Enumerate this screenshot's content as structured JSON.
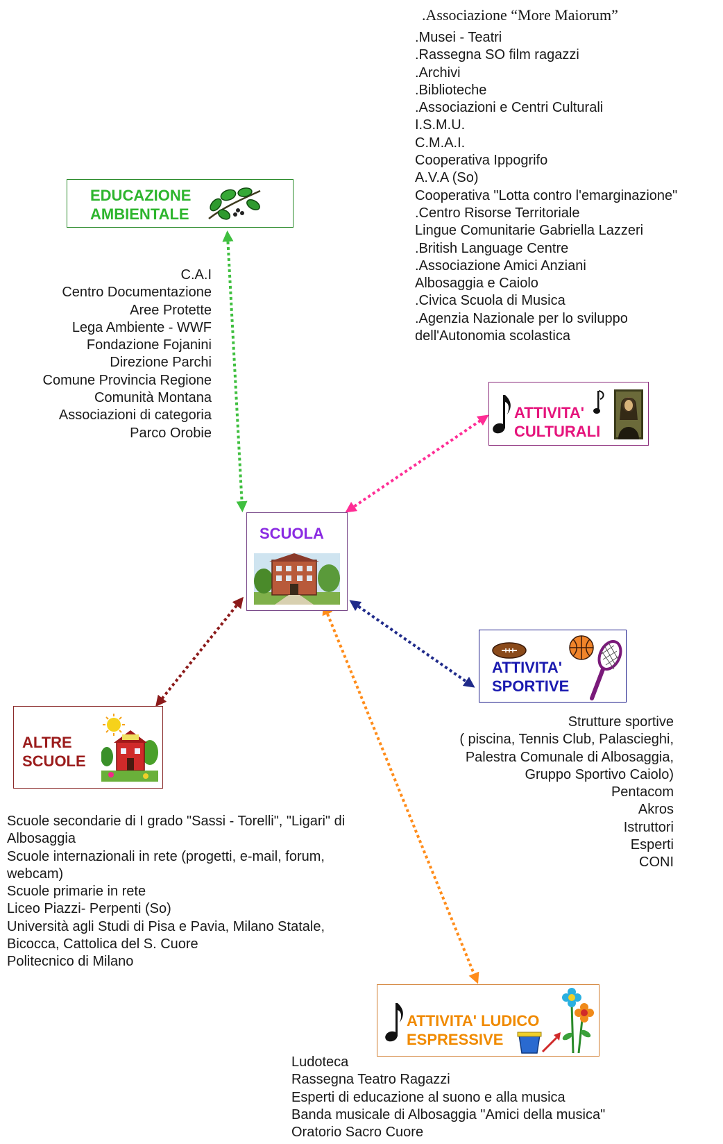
{
  "culturali_heading": ".Associazione “More Maiorum”",
  "culturali_list": [
    ".Musei - Teatri",
    ".Rassegna SO film ragazzi",
    ".Archivi",
    ".Biblioteche",
    ".Associazioni e Centri Culturali",
    "I.S.M.U.",
    "C.M.A.I.",
    "Cooperativa Ippogrifo",
    "A.V.A (So)",
    "Cooperativa \"Lotta contro l'emarginazione\"",
    ".Centro Risorse Territoriale",
    " Lingue Comunitarie Gabriella Lazzeri",
    ".British Language Centre",
    ".Associazione Amici Anziani",
    " Albosaggia e Caiolo",
    ".Civica Scuola di Musica",
    ".Agenzia Nazionale per lo sviluppo",
    "dell'Autonomia scolastica"
  ],
  "ambientale_list": [
    "C.A.I",
    "Centro Documentazione",
    "Aree Protette",
    "Lega Ambiente - WWF",
    "Fondazione Fojanini",
    "Direzione Parchi",
    "Comune Provincia Regione",
    "Comunità Montana",
    "Associazioni di categoria",
    "Parco Orobie"
  ],
  "sportive_list": [
    "Strutture sportive",
    "( piscina, Tennis Club, Palascieghi,",
    "Palestra Comunale di Albosaggia,",
    "Gruppo Sportivo Caiolo)",
    "Pentacom",
    "Akros",
    "Istruttori",
    "Esperti",
    "CONI"
  ],
  "scuole_list": [
    "Scuole secondarie di I grado \"Sassi - Torelli\", \"Ligari\" di",
    "Albosaggia",
    "Scuole internazionali in rete (progetti, e-mail, forum,",
    "webcam)",
    "Scuole primarie in rete",
    "Liceo Piazzi- Perpenti (So)",
    "Università agli Studi di Pisa e Pavia, Milano Statale,",
    "Bicocca, Cattolica del S. Cuore",
    "Politecnico di Milano"
  ],
  "ludico_list": [
    "Ludoteca",
    "Rassegna Teatro Ragazzi",
    "Esperti di educazione al suono e alla musica",
    "Banda musicale di Albosaggia \"Amici della musica\"",
    "Oratorio Sacro Cuore"
  ],
  "nodes": {
    "ambientale": {
      "line1": "EDUCAZIONE",
      "line2": "AMBIENTALE",
      "color": "#2db52d"
    },
    "culturali": {
      "line1": "ATTIVITA'",
      "line2": "CULTURALI",
      "color": "#e5147c"
    },
    "scuola": {
      "line1": "SCUOLA",
      "color": "#8a2be2"
    },
    "sportive": {
      "line1": "ATTIVITA'",
      "line2": "SPORTIVE",
      "color": "#1b1bb0"
    },
    "altre": {
      "line1": "ALTRE",
      "line2": "SCUOLE",
      "color": "#9b1c1c"
    },
    "ludico": {
      "line1": "ATTIVITA' LUDICO",
      "line2": "ESPRESSIVE",
      "color": "#f08a00"
    }
  },
  "icons": {
    "ambientale": "leaf-branch-icon",
    "culturali": [
      "music-note-icon",
      "music-note-icon",
      "mona-lisa-painting-icon"
    ],
    "scuola": "school-building-icon",
    "sportive": [
      "football-icon",
      "basketball-icon",
      "tennis-racket-icon"
    ],
    "altre": "school-sun-icon",
    "ludico": [
      "music-note-icon",
      "flower-icon",
      "sand-bucket-icon"
    ]
  },
  "link_colors": {
    "ambientale": "#3fbf3f",
    "culturali": "#ff2d95",
    "sportive": "#1f2a8a",
    "altre": "#8b1a1a",
    "ludico": "#ff8c1a"
  }
}
